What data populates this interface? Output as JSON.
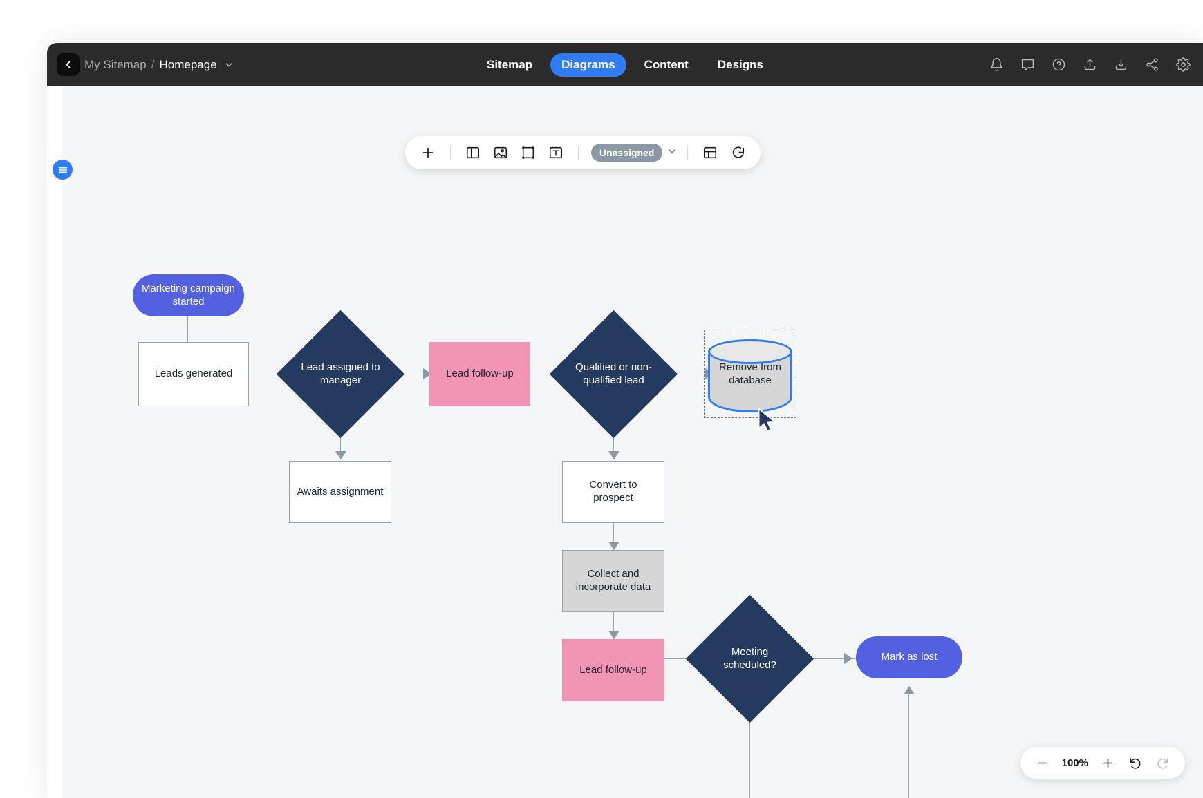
{
  "header": {
    "back_icon": "chevron-left-icon",
    "breadcrumb": {
      "root": "My Sitemap",
      "separator": "/",
      "leaf": "Homepage",
      "caret_icon": "chevron-down-icon"
    },
    "tabs": [
      {
        "label": "Sitemap",
        "active": false
      },
      {
        "label": "Diagrams",
        "active": true
      },
      {
        "label": "Content",
        "active": false
      },
      {
        "label": "Designs",
        "active": false
      }
    ],
    "icons": [
      "bell-icon",
      "comment-icon",
      "help-icon",
      "upload-icon",
      "download-icon",
      "share-icon",
      "gear-icon"
    ],
    "active_tab_color": "#2f7cf6",
    "background_color": "#2b2b2b"
  },
  "sidebar": {
    "menu_button_icon": "hamburger-menu-icon"
  },
  "toolbar": {
    "add_icon": "plus-icon",
    "tools": [
      {
        "icon": "layout-panel-icon",
        "name": "layout"
      },
      {
        "icon": "image-icon",
        "name": "image"
      },
      {
        "icon": "shape-frame-icon",
        "name": "shape"
      },
      {
        "icon": "text-box-icon",
        "name": "text"
      }
    ],
    "assignee": {
      "label": "Unassigned",
      "caret_icon": "chevron-down-icon"
    },
    "grid_icon": "grid-icon",
    "comment_icon": "comment-bubble-icon"
  },
  "zoom_control": {
    "minus_icon": "minus-icon",
    "level": "100%",
    "plus_icon": "plus-icon",
    "undo_icon": "undo-icon",
    "redo_icon": "redo-icon",
    "redo_disabled": true
  },
  "diagram": {
    "nodes": [
      {
        "id": "n1",
        "label": "Marketing campaign started",
        "shape": "terminator",
        "color": "#5361e0"
      },
      {
        "id": "n2",
        "label": "Leads generated",
        "shape": "process",
        "color": "#ffffff"
      },
      {
        "id": "n3",
        "label": "Lead assigned to manager",
        "shape": "decision",
        "color": "#243a5e"
      },
      {
        "id": "n4",
        "label": "Lead follow-up",
        "shape": "process",
        "color": "#f294b4"
      },
      {
        "id": "n5",
        "label": "Qualified or non-qualified lead",
        "shape": "decision",
        "color": "#243a5e"
      },
      {
        "id": "n6",
        "label": "Remove from database",
        "shape": "database",
        "color": "#d6d6d6",
        "selected": true
      },
      {
        "id": "n7",
        "label": "Awaits assignment",
        "shape": "process",
        "color": "#ffffff"
      },
      {
        "id": "n8",
        "label": "Convert to prospect",
        "shape": "process",
        "color": "#ffffff"
      },
      {
        "id": "n9",
        "label": "Collect and incorporate data",
        "shape": "process",
        "color": "#d6d6d6"
      },
      {
        "id": "n10",
        "label": "Lead follow-up",
        "shape": "process",
        "color": "#f294b4"
      },
      {
        "id": "n11",
        "label": "Meeting scheduled?",
        "shape": "decision",
        "color": "#243a5e"
      },
      {
        "id": "n12",
        "label": "Mark as lost",
        "shape": "terminator",
        "color": "#5361e0"
      }
    ]
  }
}
